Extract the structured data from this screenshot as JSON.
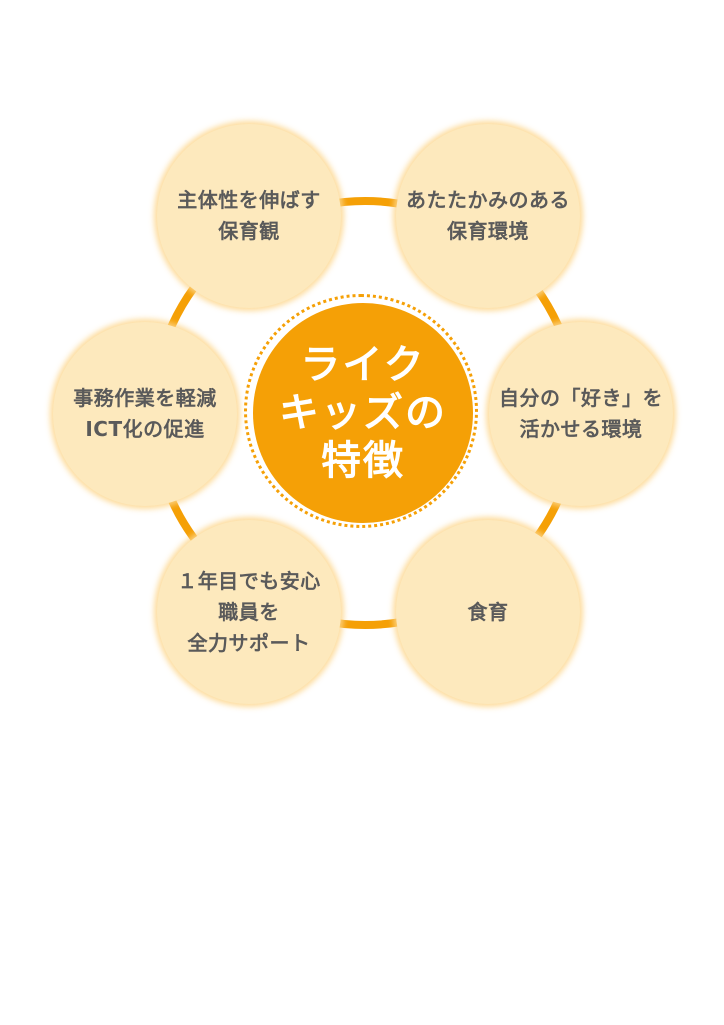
{
  "center": {
    "title": "ライク\nキッズの\n特徴"
  },
  "features": [
    {
      "label": "主体性を伸ばす\n保育観"
    },
    {
      "label": "あたたかみのある\n保育環境"
    },
    {
      "label": "自分の「好き」を\n活かせる環境"
    },
    {
      "label": "食育"
    },
    {
      "label": "１年目でも安心\n職員を\n全力サポート"
    },
    {
      "label": "事務作業を軽減\nICT化の促進"
    }
  ],
  "colors": {
    "accent": "#f5a006",
    "circle_fill": "#fde9bd",
    "text": "#5a5a5a"
  }
}
